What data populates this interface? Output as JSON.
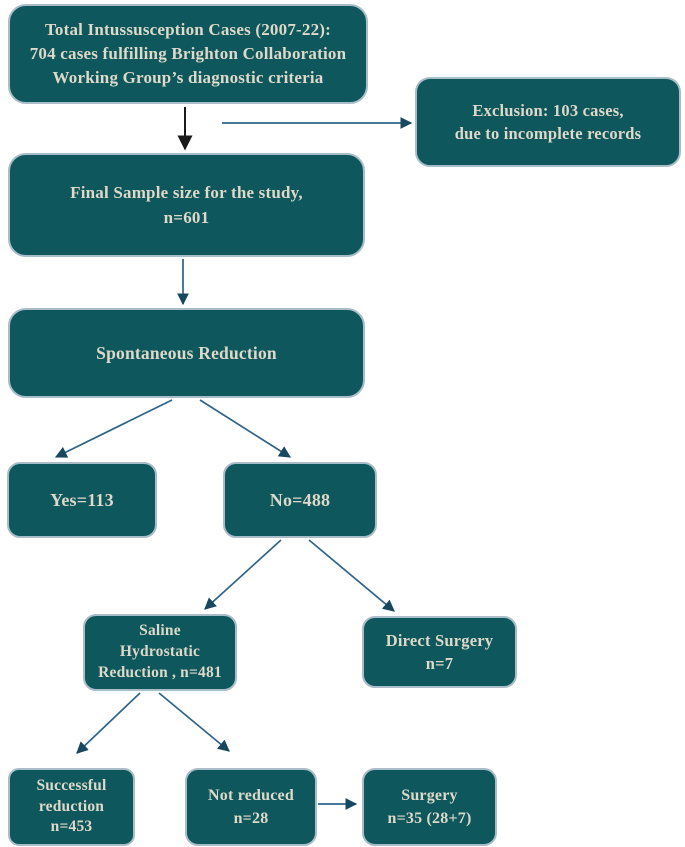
{
  "flowchart": {
    "description": "Flow diagram of intussusception case selection and management",
    "colors": {
      "background": "#ffffff",
      "box_fill": "#0d575d",
      "box_border": "#a9bdc9",
      "box_text": "#ded9c8",
      "arrow_blue": "#2e6488",
      "arrow_black": "#1a1a1a",
      "arrowhead_dark": "#17485f"
    },
    "nodes": {
      "total": {
        "text": "Total Intussusception Cases (2007-22):\n704 cases fulfilling Brighton Collaboration\nWorking Group’s diagnostic criteria"
      },
      "exclusion": {
        "text": "Exclusion: 103 cases,\ndue to incomplete records"
      },
      "final_sample": {
        "text": "Final Sample size for the study,\nn=601"
      },
      "spontaneous": {
        "text": "Spontaneous Reduction"
      },
      "yes": {
        "text": "Yes=113"
      },
      "no": {
        "text": "No=488"
      },
      "saline": {
        "text": "Saline\nHydrostatic\nReduction , n=481"
      },
      "direct_surgery": {
        "text": "Direct Surgery\nn=7"
      },
      "successful": {
        "text": "Successful\nreduction\nn=453"
      },
      "not_reduced": {
        "text": "Not reduced\nn=28"
      },
      "surgery": {
        "text": "Surgery\nn=35 (28+7)"
      }
    },
    "edges": [
      {
        "from": "total",
        "to": "final_sample"
      },
      {
        "from": "total",
        "to": "exclusion"
      },
      {
        "from": "final_sample",
        "to": "spontaneous"
      },
      {
        "from": "spontaneous",
        "to": "yes"
      },
      {
        "from": "spontaneous",
        "to": "no"
      },
      {
        "from": "no",
        "to": "saline"
      },
      {
        "from": "no",
        "to": "direct_surgery"
      },
      {
        "from": "saline",
        "to": "successful"
      },
      {
        "from": "saline",
        "to": "not_reduced"
      },
      {
        "from": "not_reduced",
        "to": "surgery"
      }
    ]
  }
}
